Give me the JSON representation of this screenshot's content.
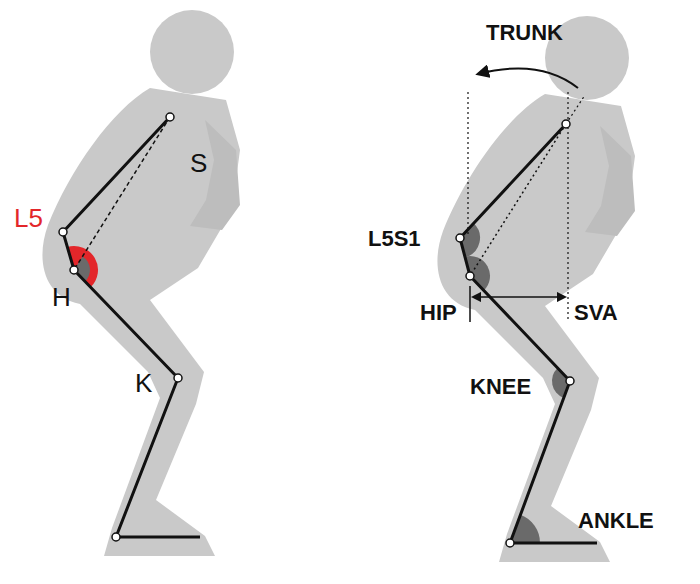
{
  "diagram": {
    "labels": [
      "S",
      "L5",
      "H",
      "K",
      "TRUNK",
      "L5S1",
      "HIP",
      "SVA",
      "KNEE",
      "ANKLE"
    ]
  }
}
